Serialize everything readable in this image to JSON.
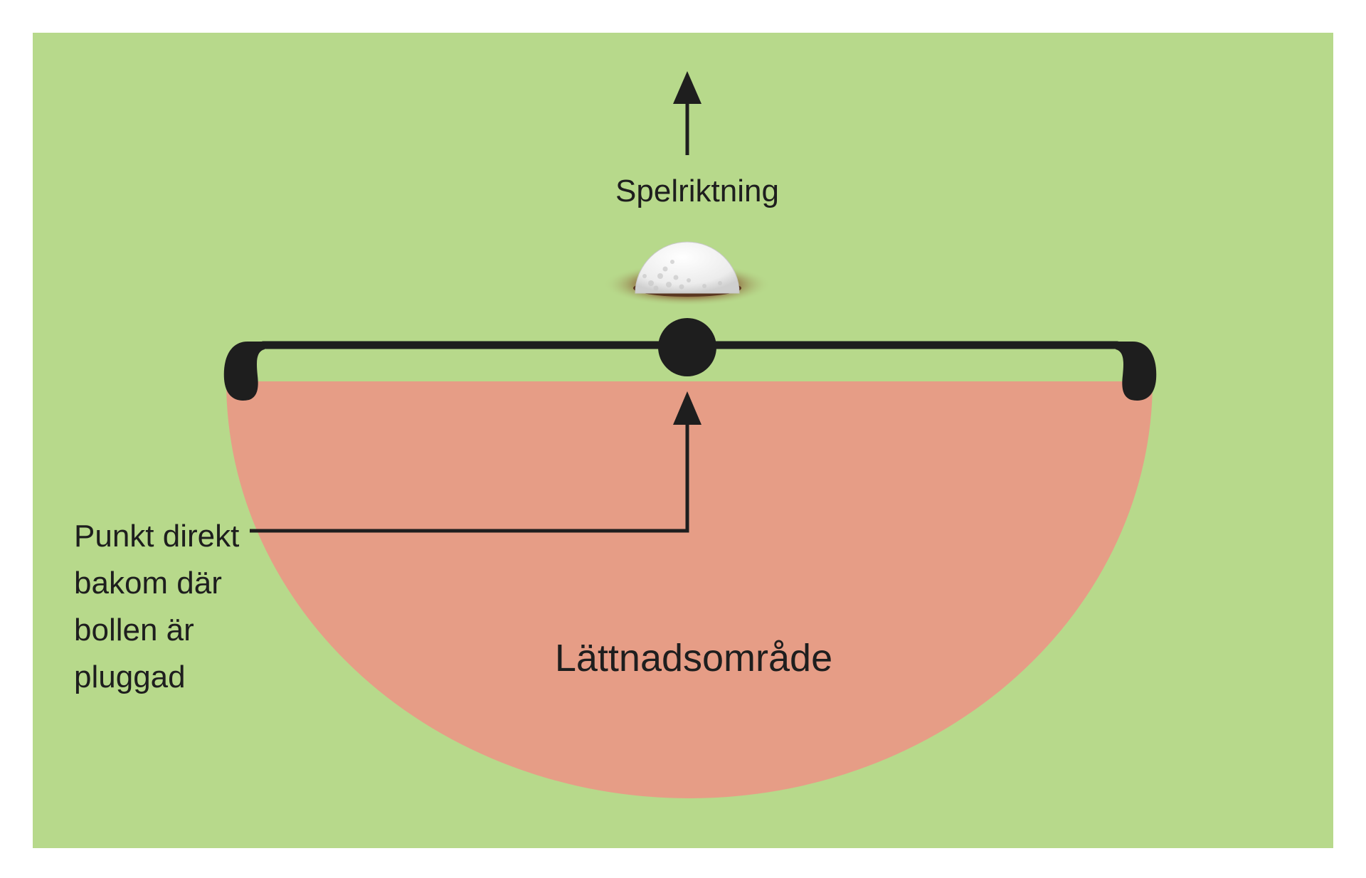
{
  "labels": {
    "direction": "Spelriktning",
    "reference_point_lines": [
      "Punkt direkt",
      "bakom där",
      "bollen är",
      "pluggad"
    ],
    "relief_area": "Lättnadsområde"
  },
  "colors": {
    "background": "#b7d98b",
    "relief_area": "#e69d86",
    "lines": "#1e1e1e",
    "ball": "#f4f4f4",
    "pitch_mark": "#8a5a35"
  },
  "icons": {
    "ball": "golf-ball-icon",
    "direction_arrow": "arrow-up-icon"
  }
}
